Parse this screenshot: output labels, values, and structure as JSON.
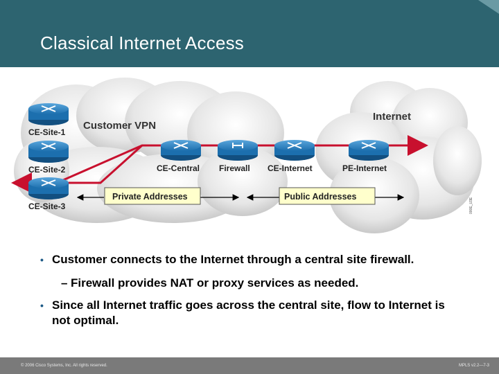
{
  "header": {
    "title": "Classical Internet Access"
  },
  "diagram": {
    "clouds": {
      "left_label": "Customer VPN",
      "right_label": "Internet"
    },
    "sites": [
      "CE-Site-1",
      "CE-Site-2",
      "CE-Site-3"
    ],
    "devices": [
      "CE-Central",
      "Firewall",
      "CE-Internet",
      "PE-Internet"
    ],
    "boxes": {
      "private": "Private Addresses",
      "public": "Public Addresses"
    },
    "side_code": "000E_U3E",
    "colors": {
      "router": "#1c6fae",
      "flow": "#c8102e",
      "box": "#ffffcc"
    }
  },
  "bullets": {
    "b1": "Customer connects to the Internet through a central site firewall.",
    "b1_sub": "Firewall provides NAT or proxy services as needed.",
    "b2": "Since all Internet traffic goes across the central site, flow to Internet is not optimal."
  },
  "footer": {
    "left": "© 2006 Cisco Systems, Inc. All rights reserved.",
    "right": "MPLS v2.2—7-3"
  }
}
